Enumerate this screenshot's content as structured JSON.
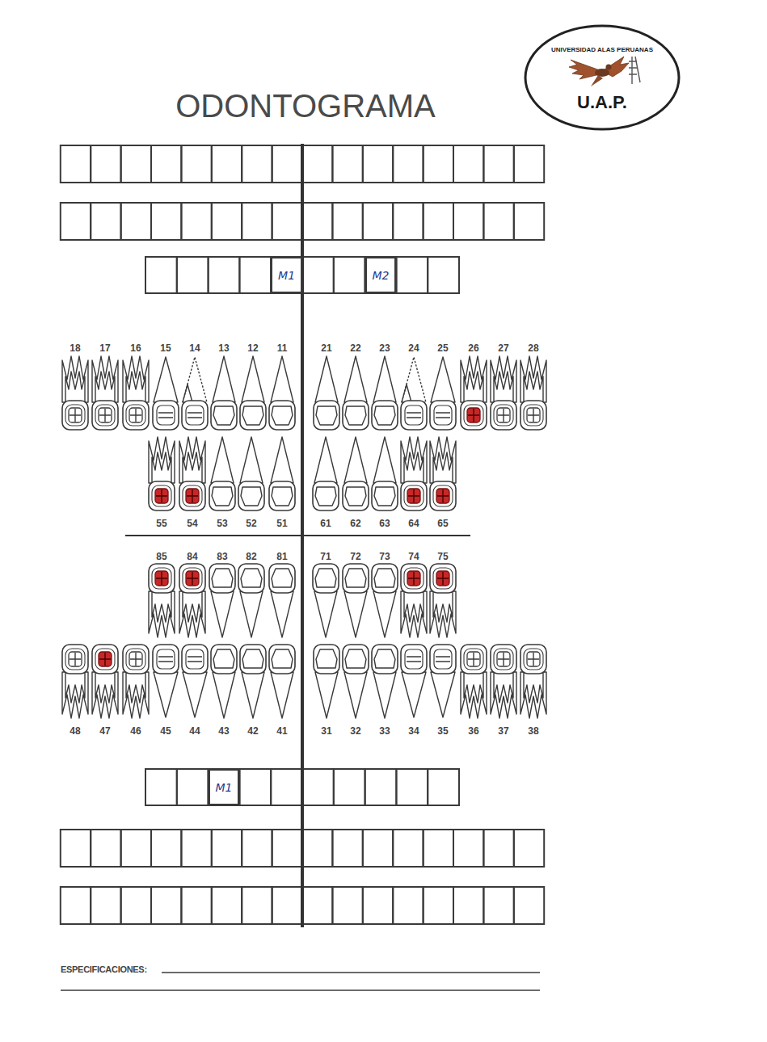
{
  "diagram": {
    "title": "ODONTOGRAMA",
    "nodes": [
      {
        "text": [
          "UNIVERSIDAD ALAS PERUANAS",
          "U.A.P."
        ]
      },
      {
        "text": [
          "M1"
        ]
      },
      {
        "text": [
          "M2"
        ]
      },
      {
        "text": [
          "M1"
        ]
      }
    ],
    "labels": [
      "18",
      "17",
      "16",
      "15",
      "14",
      "13",
      "12",
      "11",
      "21",
      "22",
      "23",
      "24",
      "25",
      "26",
      "27",
      "28",
      "55",
      "54",
      "53",
      "52",
      "51",
      "61",
      "62",
      "63",
      "64",
      "65",
      "85",
      "84",
      "83",
      "82",
      "81",
      "71",
      "72",
      "73",
      "74",
      "75",
      "48",
      "47",
      "46",
      "45",
      "44",
      "43",
      "42",
      "41",
      "31",
      "32",
      "33",
      "34",
      "35",
      "36",
      "37",
      "38",
      "ESPECIFICACIONES:"
    ]
  }
}
